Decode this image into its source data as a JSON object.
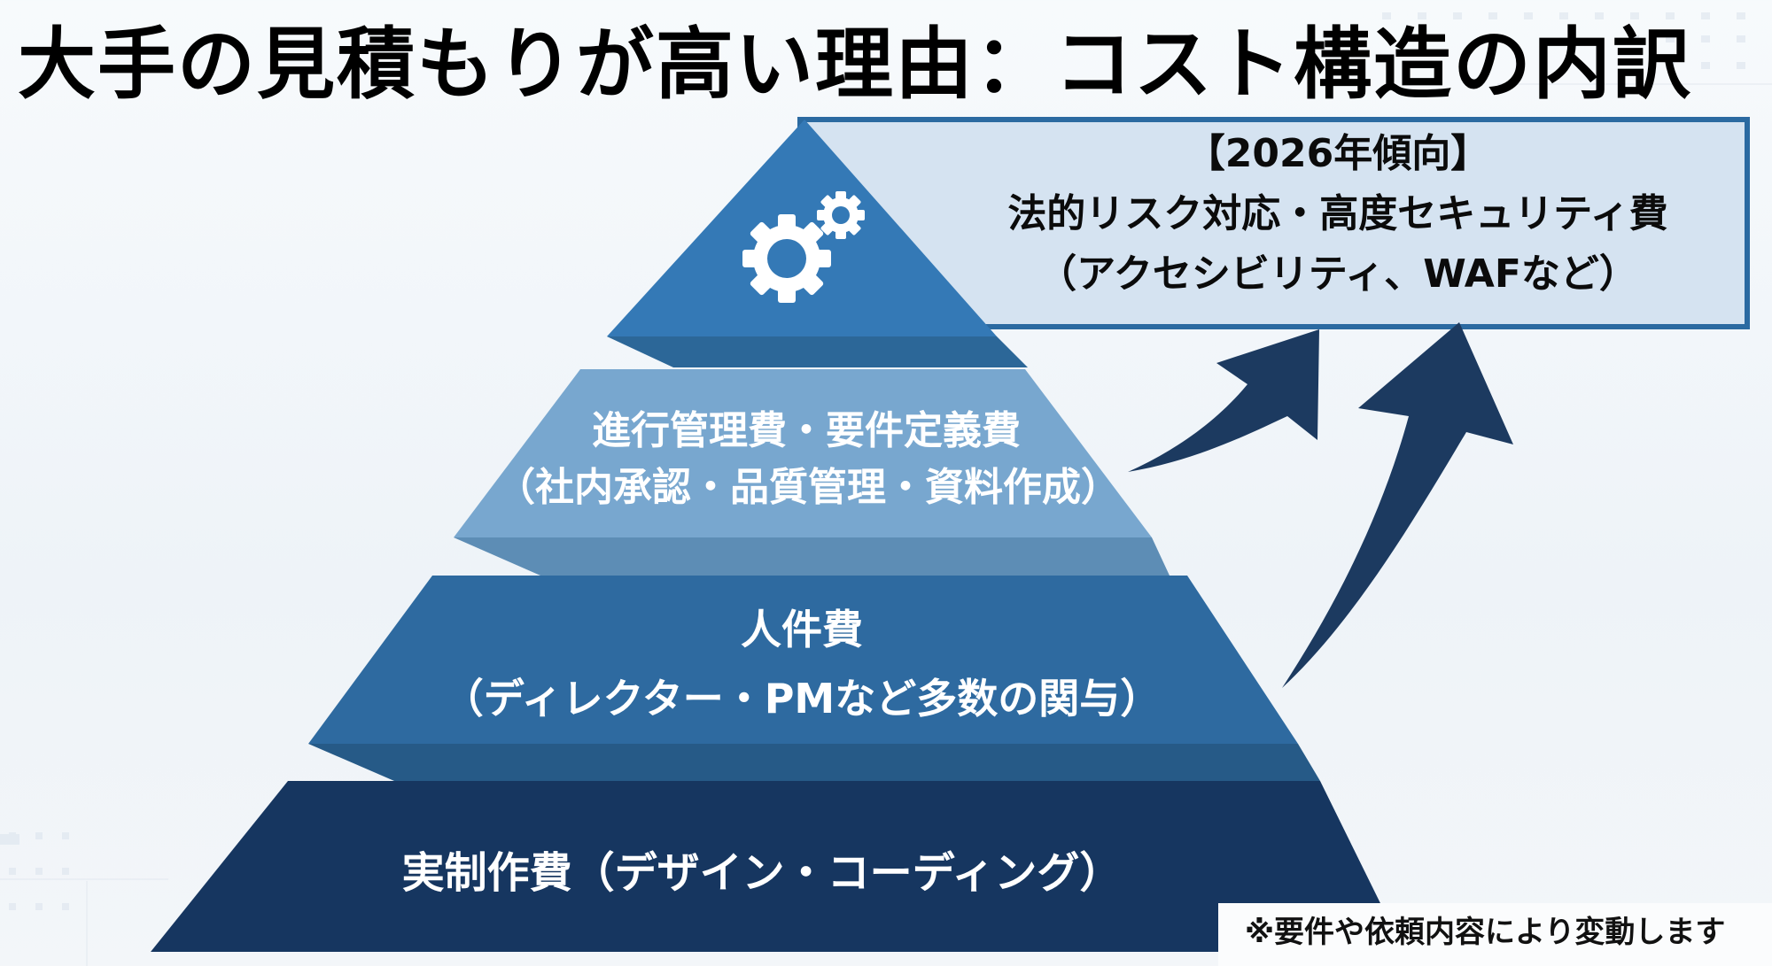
{
  "title": "大手の見積もりが高い理由：コスト構造の内訳",
  "callout": {
    "heading": "【2026年傾向】",
    "line1": "法的リスク対応・高度セキュリティ費",
    "line2": "（アクセシビリティ、WAFなど）",
    "fill_color": "#d5e3f1",
    "border_color": "#2b6aa1"
  },
  "pyramid": {
    "tiers": [
      {
        "id": "top",
        "icon": "gears-icon",
        "color": "#3479b6",
        "lines": []
      },
      {
        "id": "management",
        "color": "#78a7cf",
        "lines": [
          "進行管理費・要件定義費",
          "（社内承認・品質管理・資料作成）"
        ]
      },
      {
        "id": "personnel",
        "color": "#2e6aa0",
        "lines": [
          "人件費",
          "（ディレクター・PMなど多数の関与）"
        ]
      },
      {
        "id": "production",
        "color": "#163660",
        "lines": [
          "実制作費（デザイン・コーディング）"
        ]
      }
    ]
  },
  "arrows": {
    "color": "#1c3a60",
    "count": 2
  },
  "footnote": "※要件や依頼内容により変動します"
}
